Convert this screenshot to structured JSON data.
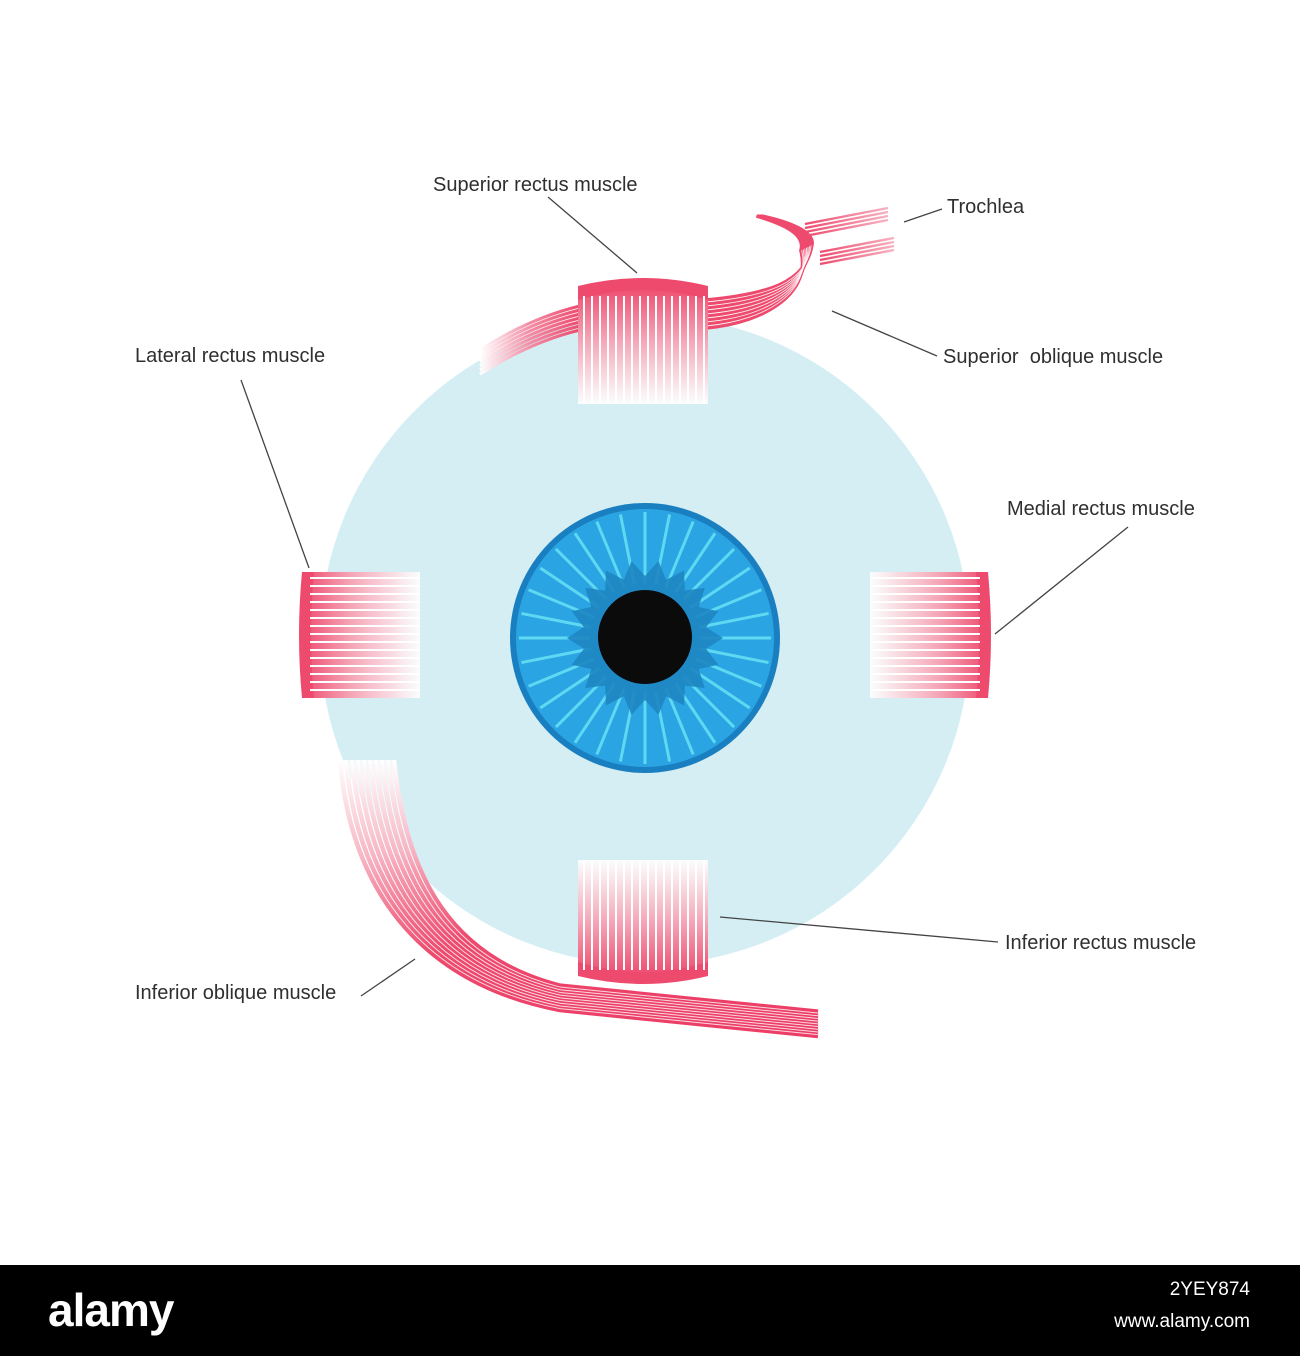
{
  "labels": {
    "superior_rectus": "Superior rectus muscle",
    "trochlea": "Trochlea",
    "superior_oblique": "Superior  oblique muscle",
    "lateral_rectus": "Lateral rectus muscle",
    "medial_rectus": "Medial rectus muscle",
    "inferior_rectus": "Inferior rectus muscle",
    "inferior_oblique": "Inferior oblique muscle"
  },
  "footer": {
    "logo": "alamy",
    "image_id": "2YEY874",
    "site": "www.alamy.com"
  },
  "colors": {
    "eyeball": "#d4eef3",
    "iris": "#2aa4e3",
    "iris_ring": "#1a7fc0",
    "iris_rays": "#62dbf2",
    "pupil": "#0b0b0b",
    "muscle": "#ee4a6e",
    "leader_line": "#444444"
  }
}
